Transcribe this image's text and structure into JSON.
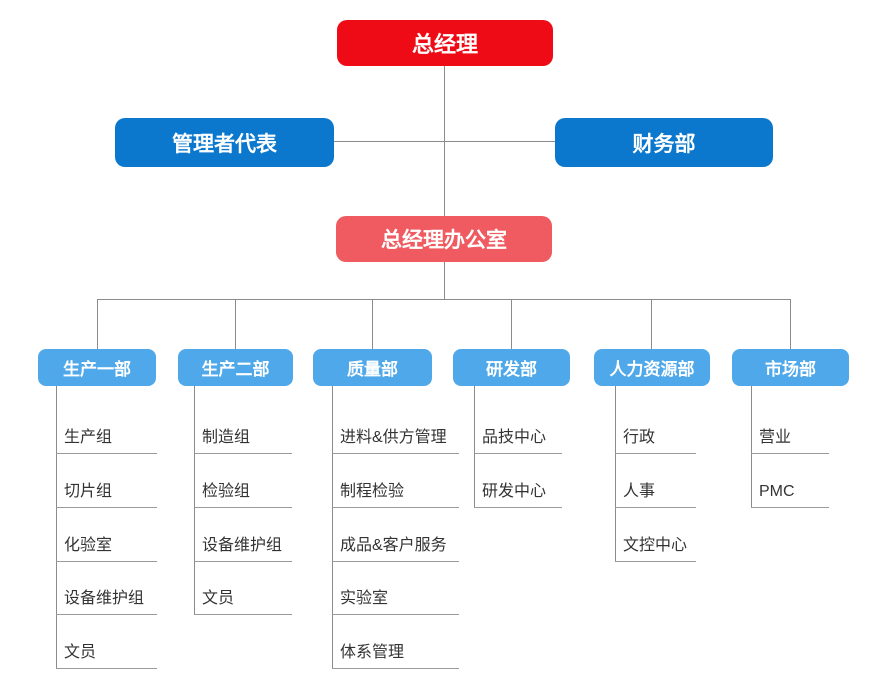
{
  "org": {
    "root": {
      "label": "总经理"
    },
    "level2": [
      {
        "label": "管理者代表"
      },
      {
        "label": "财务部"
      }
    ],
    "office": {
      "label": "总经理办公室"
    },
    "departments": [
      {
        "label": "生产一部",
        "items": [
          "生产组",
          "切片组",
          "化验室",
          "设备维护组",
          "文员"
        ]
      },
      {
        "label": "生产二部",
        "items": [
          "制造组",
          "检验组",
          "设备维护组",
          "文员"
        ]
      },
      {
        "label": "质量部",
        "items": [
          "进料&供方管理",
          "制程检验",
          "成品&客户服务",
          "实验室",
          "体系管理"
        ]
      },
      {
        "label": "研发部",
        "items": [
          "品技中心",
          "研发中心"
        ]
      },
      {
        "label": "人力资源部",
        "items": [
          "行政",
          "人事",
          "文控中心"
        ]
      },
      {
        "label": "市场部",
        "items": [
          "营业",
          "PMC"
        ]
      }
    ],
    "colors": {
      "root_red": "#ee0b15",
      "level2_blue": "#0b78ce",
      "office_salmon": "#ef5b60",
      "dept_blue": "#4fa8e9",
      "connector_gray": "#8b8b8b",
      "item_text": "#333333"
    }
  }
}
